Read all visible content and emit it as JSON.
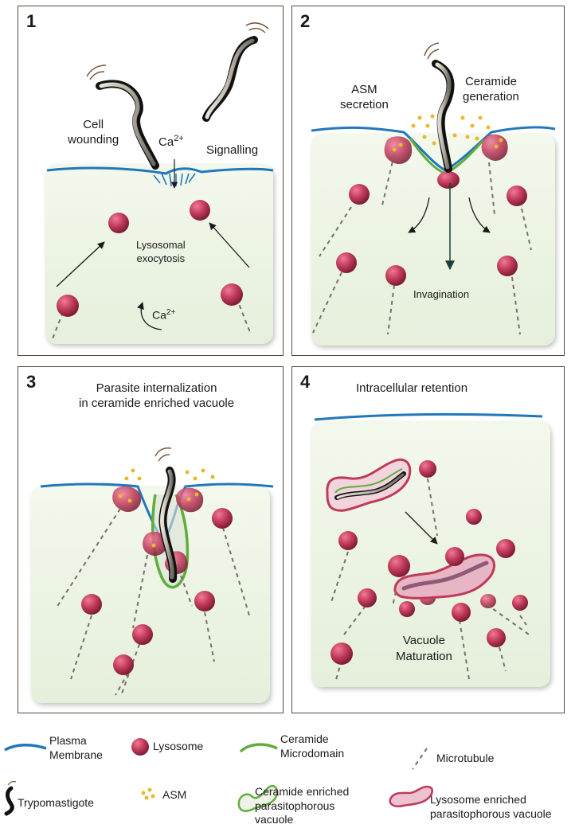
{
  "panels": [
    {
      "number": "1",
      "labels": {
        "wounding": "Cell\nwounding",
        "ca_top": "Ca",
        "ca_top_sup": "2+",
        "signalling": "Signalling",
        "exocytosis": "Lysosomal\nexocytosis",
        "ca_bottom": "Ca",
        "ca_bottom_sup": "2+"
      }
    },
    {
      "number": "2",
      "labels": {
        "asm_secretion": "ASM\nsecretion",
        "ceramide_generation": "Ceramide\ngeneration",
        "invagination": "Invagination"
      }
    },
    {
      "number": "3",
      "labels": {
        "title": "Parasite internalization\nin ceramide enriched vacuole"
      }
    },
    {
      "number": "4",
      "labels": {
        "title": "Intracellular retention",
        "maturation": "Vacuole\nMaturation"
      }
    }
  ],
  "legend": {
    "plasma_membrane": "Plasma\nMembrane",
    "lysosome": "Lysosome",
    "ceramide_microdomain": "Ceramide\nMicrodomain",
    "microtubule": "Microtubule",
    "trypomastigote": "Trypomastigote",
    "asm": "ASM",
    "ceramide_vacuole": "Ceramide enriched\nparasitophorous\nvacuole",
    "lysosome_vacuole": "Lysosome enriched\nparasitophorous vacuole"
  },
  "colors": {
    "membrane": "#2277bb",
    "lysosome": "#c0395a",
    "ceramide": "#5fae3c",
    "microtubule": "#7a6f66",
    "asm": "#e8b830",
    "border": "#5a4a3e"
  }
}
